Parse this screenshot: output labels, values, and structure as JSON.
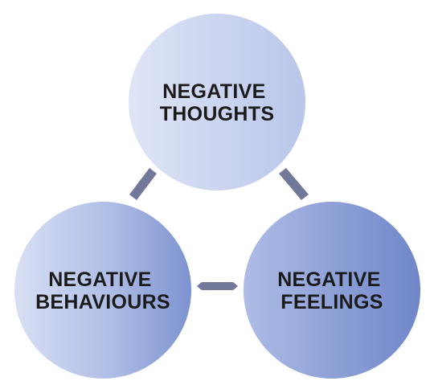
{
  "diagram": {
    "nodes": {
      "thoughts": {
        "line1": "NEGATIVE",
        "line2": "THOUGHTS"
      },
      "behaviours": {
        "line1": "NEGATIVE",
        "line2": "BEHAVIOURS"
      },
      "feelings": {
        "line1": "NEGATIVE",
        "line2": "FEELINGS"
      }
    },
    "colors": {
      "circle_light": "#dbe2f5",
      "circle_mid": "#aebde6",
      "circle_dark": "#6f86c9",
      "connector": "#727899",
      "text": "#1b1b1b"
    }
  }
}
